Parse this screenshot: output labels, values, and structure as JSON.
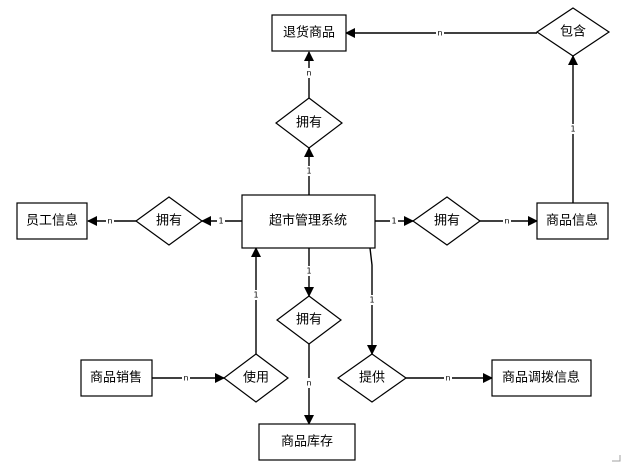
{
  "entities": {
    "system": "超市管理系统",
    "employee": "员工信息",
    "returns": "退货商品",
    "product_info": "商品信息",
    "sales": "商品销售",
    "inventory": "商品库存",
    "transfer": "商品调拨信息"
  },
  "relationships": {
    "own_top": "拥有",
    "own_left": "拥有",
    "own_right": "拥有",
    "own_bottom": "拥有",
    "contain": "包含",
    "use": "使用",
    "provide": "提供"
  },
  "cardinalities": {
    "c1": "n",
    "c2": "n",
    "c3": "1",
    "c4": "1",
    "c5": "n",
    "c6": "1",
    "c7": "1",
    "c8": "n",
    "c9": "1",
    "c10": "1",
    "c11": "n",
    "c12": "1",
    "c13": "n",
    "c14": "n"
  }
}
